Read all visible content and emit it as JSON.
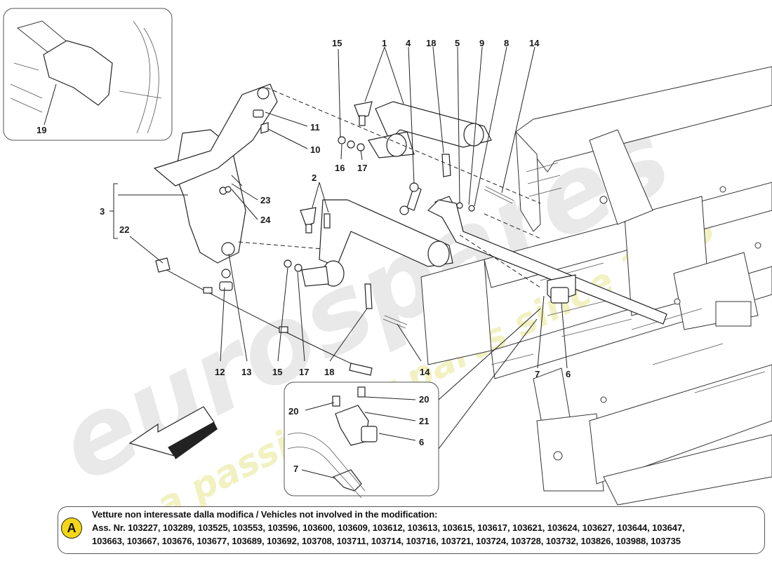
{
  "diagram": {
    "callouts": {
      "c1": "1",
      "c2": "2",
      "c3": "3",
      "c4": "4",
      "c5": "5",
      "c6_right": "6",
      "c6_inset": "6",
      "c7_right": "7",
      "c7_inset": "7",
      "c8": "8",
      "c9": "9",
      "c10": "10",
      "c11": "11",
      "c12": "12",
      "c13": "13",
      "c14_top": "14",
      "c14_bottom": "14",
      "c15_top": "15",
      "c15_bottom": "15",
      "c16": "16",
      "c17_top": "17",
      "c17_bottom": "17",
      "c18_top": "18",
      "c18_bottom": "18",
      "c19": "19",
      "c20_right": "20",
      "c20_left": "20",
      "c21": "21",
      "c22": "22",
      "c23": "23",
      "c24": "24"
    },
    "watermark": {
      "brand": "eurospares",
      "tagline": "a passion for parts since 1985"
    }
  },
  "note": {
    "badge": "A",
    "line1": "Vetture non interessate dalla modifica / Vehicles not involved in the modification:",
    "line2": "Ass. Nr. 103227, 103289, 103525, 103553, 103596, 103600, 103609, 103612, 103613, 103615, 103617, 103621, 103624, 103627, 103644, 103647,",
    "line3": "103663, 103667, 103676, 103677, 103689, 103692, 103708, 103711, 103714, 103716, 103721, 103724, 103728, 103732, 103826, 103988, 103735"
  }
}
